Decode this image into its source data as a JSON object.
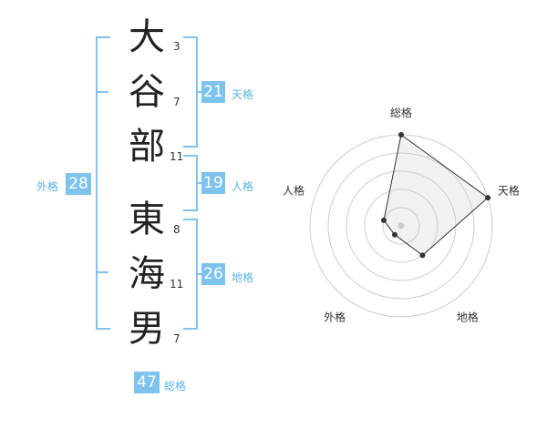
{
  "name": {
    "chars": [
      {
        "char": "大",
        "strokes": "3"
      },
      {
        "char": "谷",
        "strokes": "7"
      },
      {
        "char": "部",
        "strokes": "11"
      },
      {
        "char": "東",
        "strokes": "8"
      },
      {
        "char": "海",
        "strokes": "11"
      },
      {
        "char": "男",
        "strokes": "7"
      }
    ]
  },
  "fortune": {
    "tenkaku": {
      "value": "21",
      "label": "天格"
    },
    "jinkaku": {
      "value": "19",
      "label": "人格"
    },
    "chikaku": {
      "value": "26",
      "label": "地格"
    },
    "gaikaku": {
      "value": "28",
      "label": "外格"
    },
    "soukaku": {
      "value": "47",
      "label": "総格"
    }
  },
  "colors": {
    "accent": "#7ec3ee",
    "label": "#5bb3e8"
  },
  "chart_data": {
    "type": "radar",
    "axes": [
      "総格",
      "天格",
      "地格",
      "外格",
      "人格"
    ],
    "values": [
      5,
      5,
      2,
      0.6,
      1
    ],
    "max": 5,
    "rings": 5
  }
}
